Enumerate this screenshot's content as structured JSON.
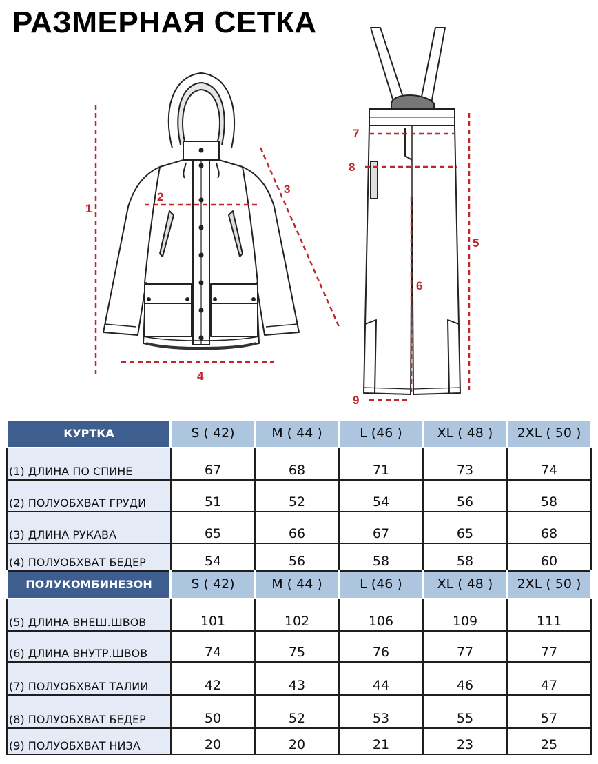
{
  "title": "РАЗМЕРНАЯ СЕТКА",
  "colors": {
    "accent": "#c0272d",
    "header_dark": "#3d5e8f",
    "header_light": "#aec5e0",
    "param_bg": "#e4ebf6"
  },
  "jacket_labels": [
    "1",
    "2",
    "3",
    "4"
  ],
  "pants_labels": [
    "5",
    "6",
    "7",
    "8",
    "9"
  ],
  "sections": [
    {
      "name": "КУРТКА",
      "sizes": [
        "S ( 42)",
        "M ( 44 )",
        "L (46 )",
        "XL ( 48 )",
        "2XL ( 50 )"
      ],
      "rows": [
        {
          "label": "(1) ДЛИНА ПО СПИНЕ",
          "values": [
            "67",
            "68",
            "71",
            "73",
            "74"
          ]
        },
        {
          "label": "(2) ПОЛУОБХВАТ ГРУДИ",
          "values": [
            "51",
            "52",
            "54",
            "56",
            "58"
          ]
        },
        {
          "label": "(3) ДЛИНА РУКАВА",
          "values": [
            "65",
            "66",
            "67",
            "65",
            "68"
          ]
        },
        {
          "label": "(4) ПОЛУОБХВАТ БЕДЕР",
          "values": [
            "54",
            "56",
            "58",
            "58",
            "60"
          ]
        }
      ]
    },
    {
      "name": "ПОЛУКОМБИНЕЗОН",
      "sizes": [
        "S ( 42)",
        "M ( 44 )",
        "L (46 )",
        "XL ( 48 )",
        "2XL ( 50 )"
      ],
      "rows": [
        {
          "label": "(5) ДЛИНА ВНЕШ.ШВОВ",
          "values": [
            "101",
            "102",
            "106",
            "109",
            "111"
          ]
        },
        {
          "label": "(6) ДЛИНА ВНУТР.ШВОВ",
          "values": [
            "74",
            "75",
            "76",
            "77",
            "77"
          ]
        },
        {
          "label": "(7) ПОЛУОБХВАТ ТАЛИИ",
          "values": [
            "42",
            "43",
            "44",
            "46",
            "47"
          ]
        },
        {
          "label": "(8) ПОЛУОБХВАТ БЕДЕР",
          "values": [
            "50",
            "52",
            "53",
            "55",
            "57"
          ]
        },
        {
          "label": "(9) ПОЛУОБХВАТ НИЗА",
          "values": [
            "20",
            "20",
            "21",
            "23",
            "25"
          ]
        }
      ]
    }
  ]
}
